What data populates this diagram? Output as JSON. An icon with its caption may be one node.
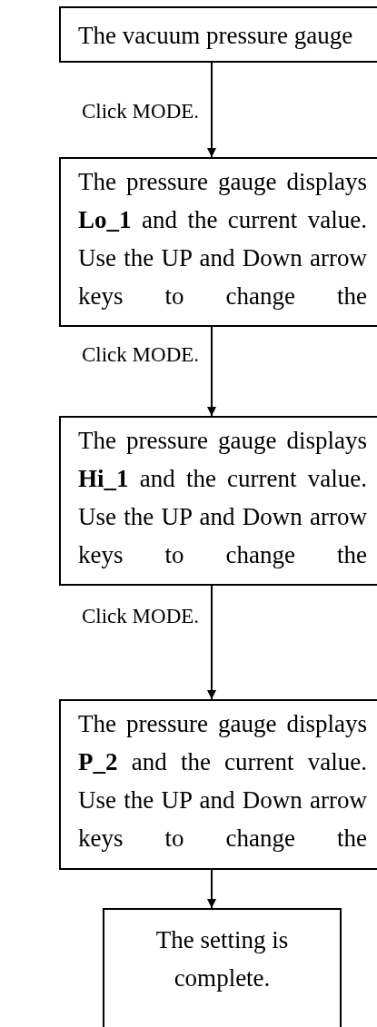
{
  "diagram": {
    "nodes": [
      {
        "text": [
          "The vacuum pressure gauge"
        ]
      },
      {
        "text": [
          "The pressure gauge displays **Lo_1** and the current value. Use the UP and Down arrow keys to change the"
        ]
      },
      {
        "text": [
          "The pressure gauge displays **Hi_1** and the current value. Use the UP and Down arrow keys to change the"
        ]
      },
      {
        "text": [
          "The pressure gauge displays **P_2** and the current value. Use the UP and Down arrow keys to change the"
        ]
      },
      {
        "text": [
          "The setting is complete."
        ]
      }
    ],
    "edges": [
      {
        "from": 0,
        "to": 1,
        "arrow": "to",
        "label": "Click MODE."
      },
      {
        "from": 1,
        "to": 2,
        "arrow": "to",
        "label": "Click MODE."
      },
      {
        "from": 2,
        "to": 3,
        "arrow": "to",
        "label": "Click MODE."
      },
      {
        "from": 3,
        "to": 4,
        "arrow": "to"
      }
    ]
  }
}
